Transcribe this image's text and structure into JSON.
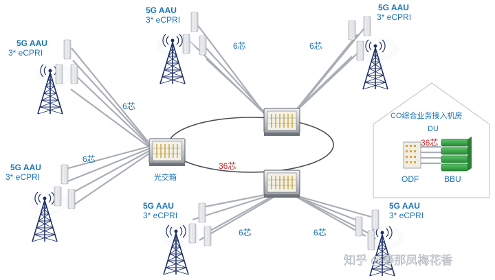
{
  "sites": {
    "top_left": {
      "title": "5G AAU",
      "sub": "3* eCPRI",
      "cores": "6芯"
    },
    "top_center": {
      "title": "5G AAU",
      "sub": "3* eCPRI",
      "cores": "6芯"
    },
    "top_right": {
      "title": "5G AAU",
      "sub": "3* eCPRI",
      "cores": "6芯"
    },
    "mid_left": {
      "title": "5G AAU",
      "sub": "3* eCPRI",
      "cores": "6芯"
    },
    "bottom_left": {
      "title": "5G AAU",
      "sub": "3* eCPRI",
      "cores": "6芯"
    },
    "bottom_right": {
      "title": "5G AAU",
      "sub": "3* eCPRI",
      "cores": "6芯"
    }
  },
  "ring_label": "36芯",
  "cross_box_label": "光交箱",
  "room": {
    "title": "CO综合业务接入机房",
    "du": "DU",
    "cores": "36芯",
    "odf": "ODF",
    "bbu": "BBU"
  },
  "watermark": "知乎 @等那凤梅花香",
  "colors": {
    "text_blue": "#1a74b8",
    "text_red": "#c0282d",
    "fiber": "#a9aeb5",
    "tower": "#1c2f66",
    "bbu_green": "#39a84a"
  }
}
